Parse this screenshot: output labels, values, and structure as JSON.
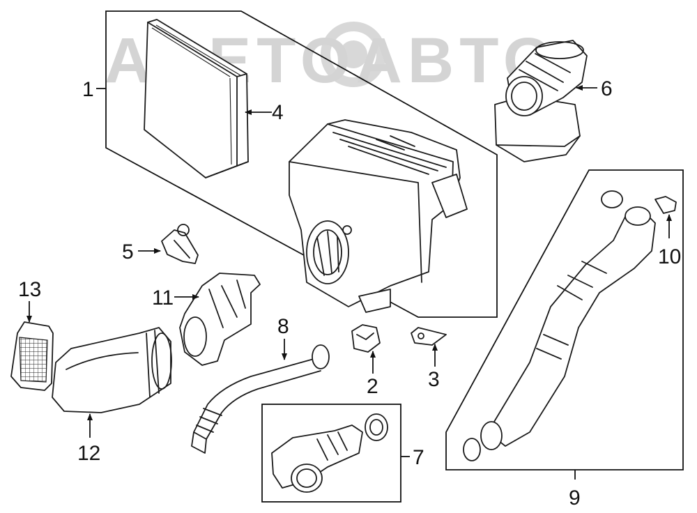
{
  "watermark": "AAETOABTO",
  "callouts": {
    "c1": "1",
    "c2": "2",
    "c3": "3",
    "c4": "4",
    "c5": "5",
    "c6": "6",
    "c7": "7",
    "c8": "8",
    "c9": "9",
    "c10": "10",
    "c11": "11",
    "c12": "12",
    "c13": "13"
  }
}
